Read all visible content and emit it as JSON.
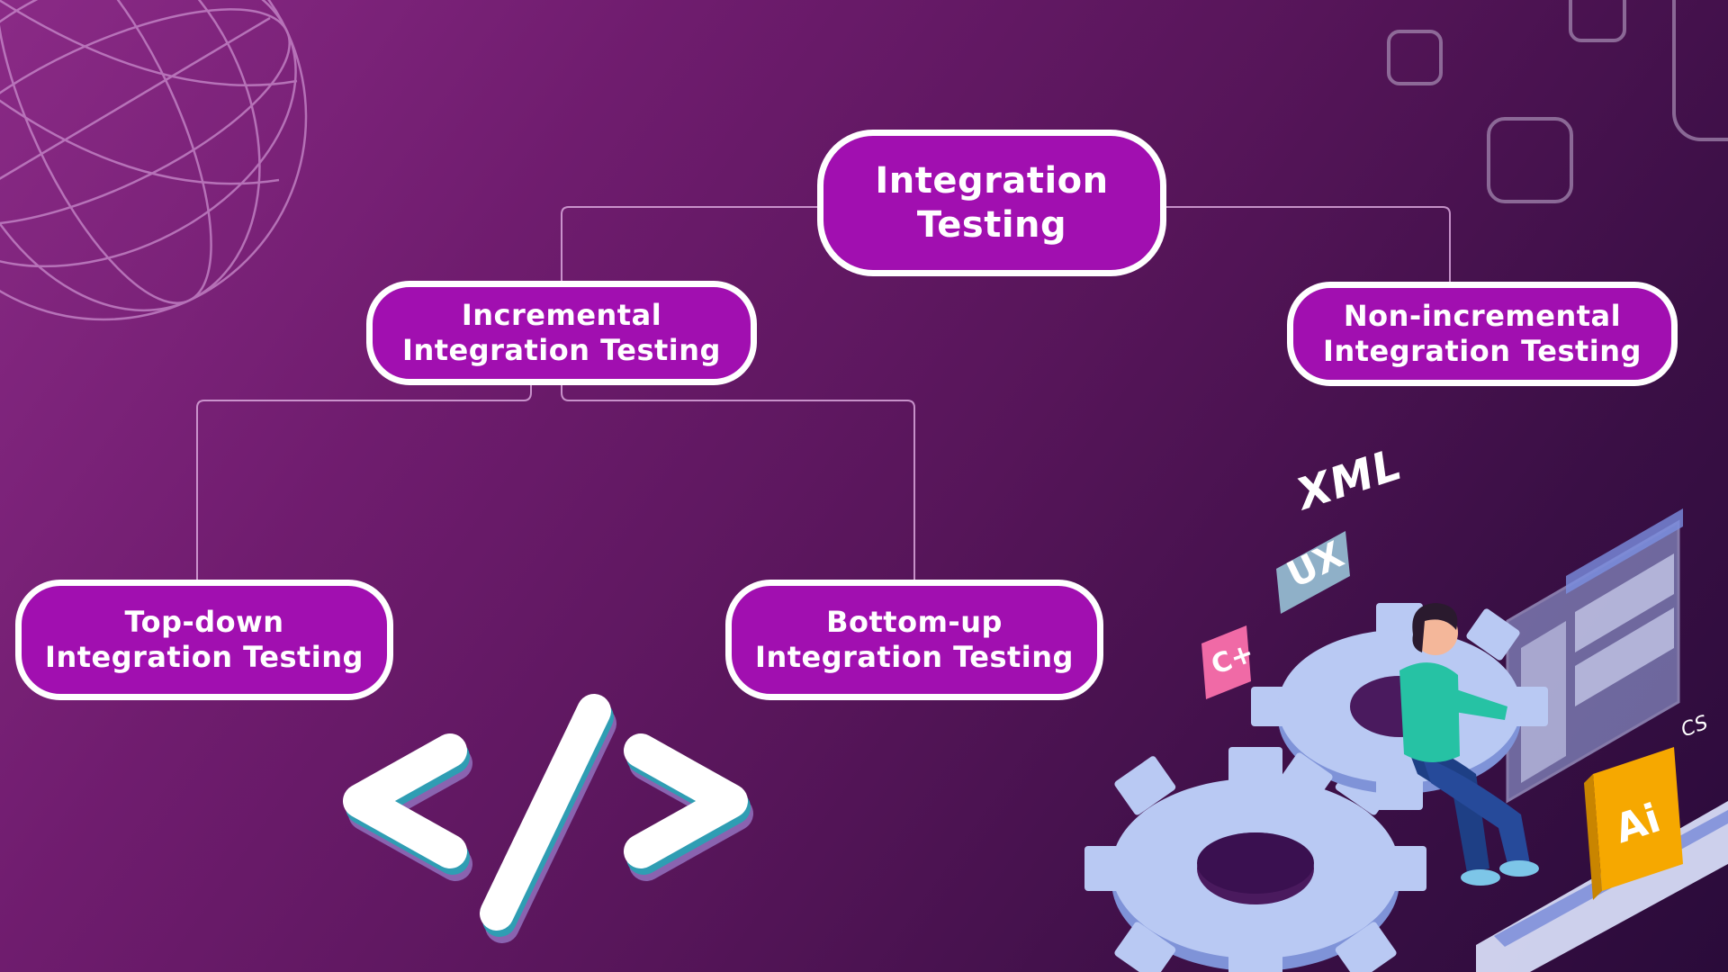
{
  "diagram": {
    "root": {
      "label": "Integration\nTesting"
    },
    "incremental": {
      "label": "Incremental\nIntegration Testing"
    },
    "non_incremental": {
      "label": "Non-incremental\nIntegration Testing"
    },
    "top_down": {
      "label": "Top-down\nIntegration Testing"
    },
    "bottom_up": {
      "label": "Bottom-up\nIntegration Testing"
    }
  },
  "decorations": {
    "xml_label": "XML",
    "ux_label": "UX",
    "cplus_label": "C+",
    "cs_label": "CS",
    "ai_label": "Ai",
    "icons": [
      "globe-wireframe-icon",
      "code-brackets-icon",
      "gear-icon",
      "person-icon",
      "browser-window-icon",
      "rounded-square-icon"
    ]
  },
  "colors": {
    "node_fill": "#a10fb0",
    "node_border": "#ffffff",
    "connector": "#d9a7dc",
    "gear": "#b9c9f3",
    "ai_badge": "#f6a800",
    "cplus_badge": "#f06aa6",
    "ux_badge": "#8fb0c8"
  }
}
